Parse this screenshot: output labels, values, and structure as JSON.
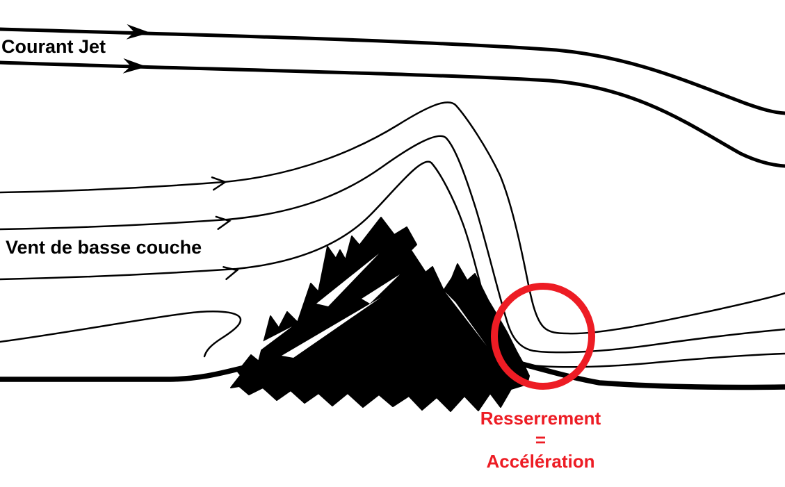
{
  "colors": {
    "background": "#ffffff",
    "line": "#000000",
    "accent_red": "#ed1c24"
  },
  "labels": {
    "jet_stream": "Courant Jet",
    "low_level_wind": "Vent de basse couche"
  },
  "annotation": {
    "line1": "Resserrement",
    "line2": "=",
    "line3": "Accélération"
  },
  "elements": {
    "mountain": "mountain-silhouette",
    "highlight": "lee-side-compression-circle",
    "jet_streamlines": 2,
    "low_level_streamlines": 3,
    "upstream_eddy": "stagnant-air-loop"
  }
}
